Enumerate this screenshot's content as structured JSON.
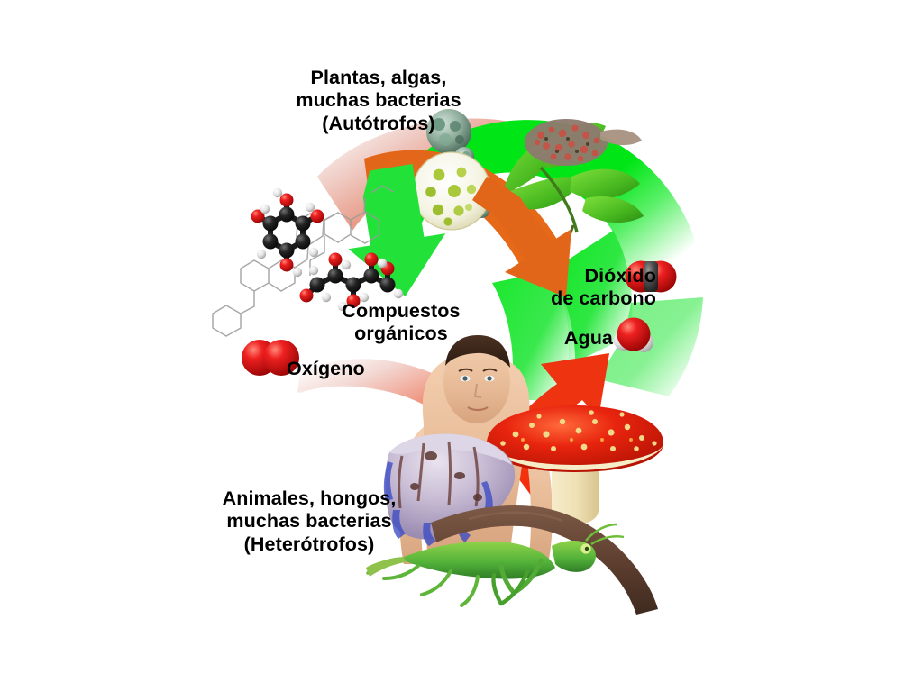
{
  "diagram": {
    "title": "Ciclo de la materia: autotrofos y heterotrofos",
    "language": "es",
    "background_color": "#ffffff"
  },
  "labels": {
    "autotrophs": "Plantas, algas,\nmuchas bacterias\n(Autótrofos)",
    "heterotrophs": "Animales, hongos,\nmuchas bacterias\n(Heterótrofos)",
    "organic_compounds": "Compuestos\norgánicos",
    "oxygen": "Oxígeno",
    "carbon_dioxide": "Dióxido\nde carbono",
    "water": "Agua"
  },
  "molecules": {
    "oxygen": {
      "name": "O2",
      "atoms": "two red oxygen spheres"
    },
    "carbon_dioxide": {
      "name": "CO2",
      "atoms": "red-gray-red, linear"
    },
    "water": {
      "name": "H2O",
      "atoms": "red oxygen with two white hydrogens"
    },
    "organic": {
      "name": "organic molecules",
      "atoms": "ball-and-stick carbon/oxygen/hydrogen plus skeletal line formulas"
    }
  },
  "flows": [
    {
      "id": "green-band",
      "from": "autotrophs",
      "to": "carbon-dioxide-water",
      "color": "#00e515",
      "role": "autotroph arc"
    },
    {
      "id": "green-arrow",
      "from": "autotrophs",
      "to": "organic-compounds",
      "color": "#22e23a",
      "role": "produces organic compounds and oxygen"
    },
    {
      "id": "orange-arrow",
      "from": "autotrophs",
      "to": "carbon-dioxide",
      "color": "#e2661a",
      "role": "uses carbon dioxide and water"
    },
    {
      "id": "red-band",
      "from": "heterotrophs",
      "to": "organic-compounds-oxygen",
      "color": "#f4290d",
      "role": "heterotroph arc consuming organic compounds and oxygen"
    },
    {
      "id": "red-arrow",
      "from": "heterotrophs",
      "to": "water",
      "color": "#ee3311",
      "role": "releases carbon dioxide and water"
    }
  ],
  "organisms": {
    "autotrophs": [
      "algas verdes (Volvox)",
      "colonia de bacterias/algas",
      "planta con hojas y flores"
    ],
    "heterotrophs": [
      "ser humano",
      "hongo Amanita muscaria",
      "hongo violeta",
      "mantis religiosa",
      "rama"
    ]
  },
  "colors": {
    "green": "#00e515",
    "green_arrow": "#22e23a",
    "orange": "#e2661a",
    "red": "#f4290d",
    "red_arrow": "#ee3311",
    "oxygen_red": "#d81414",
    "carbon_gray": "#4a4a4a",
    "hydrogen_white": "#e9e9e9",
    "text": "#000000"
  }
}
